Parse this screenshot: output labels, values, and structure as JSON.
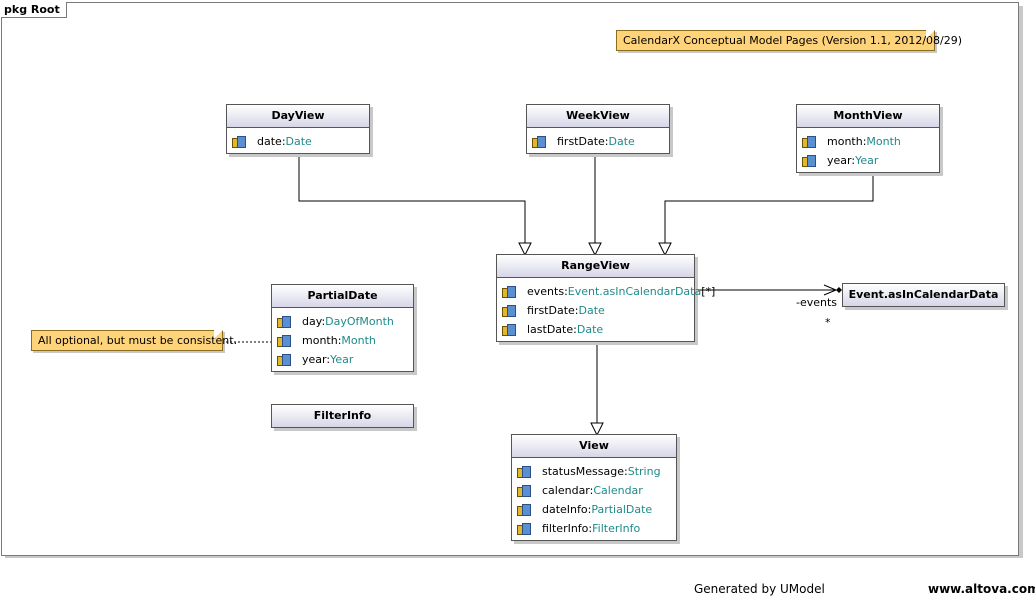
{
  "package": {
    "tab_label": "pkg Root"
  },
  "notes": {
    "title_note": "CalendarX Conceptual Model Pages (Version 1.1, 2012/08/29)",
    "partial_note": "All optional, but must be consistent."
  },
  "classes": {
    "dayview": {
      "name": "DayView",
      "attrs": [
        {
          "name": "date",
          "type": "Date"
        }
      ]
    },
    "weekview": {
      "name": "WeekView",
      "attrs": [
        {
          "name": "firstDate",
          "type": "Date"
        }
      ]
    },
    "monthview": {
      "name": "MonthView",
      "attrs": [
        {
          "name": "month",
          "type": "Month"
        },
        {
          "name": "year",
          "type": "Year"
        }
      ]
    },
    "rangeview": {
      "name": "RangeView",
      "attrs": [
        {
          "name": "events",
          "type": "Event.asInCalendarData",
          "suffix": "[*]"
        },
        {
          "name": "firstDate",
          "type": "Date"
        },
        {
          "name": "lastDate",
          "type": "Date"
        }
      ]
    },
    "partialdate": {
      "name": "PartialDate",
      "attrs": [
        {
          "name": "day",
          "type": "DayOfMonth"
        },
        {
          "name": "month",
          "type": "Month"
        },
        {
          "name": "year",
          "type": "Year"
        }
      ]
    },
    "filterinfo": {
      "name": "FilterInfo"
    },
    "event": {
      "name": "Event.asInCalendarData"
    },
    "view": {
      "name": "View",
      "attrs": [
        {
          "name": "statusMessage",
          "type": "String"
        },
        {
          "name": "calendar",
          "type": "Calendar"
        },
        {
          "name": "dateInfo",
          "type": "PartialDate"
        },
        {
          "name": "filterInfo",
          "type": "FilterInfo"
        }
      ]
    }
  },
  "association": {
    "role": "-events",
    "multiplicity": "*"
  },
  "footer": {
    "generated": "Generated by UModel",
    "site": "www.altova.com"
  },
  "colors": {
    "note_fill": "#ffd37a",
    "type_text": "#1f8a8a",
    "header_gradient_end": "#d6d6e8"
  }
}
